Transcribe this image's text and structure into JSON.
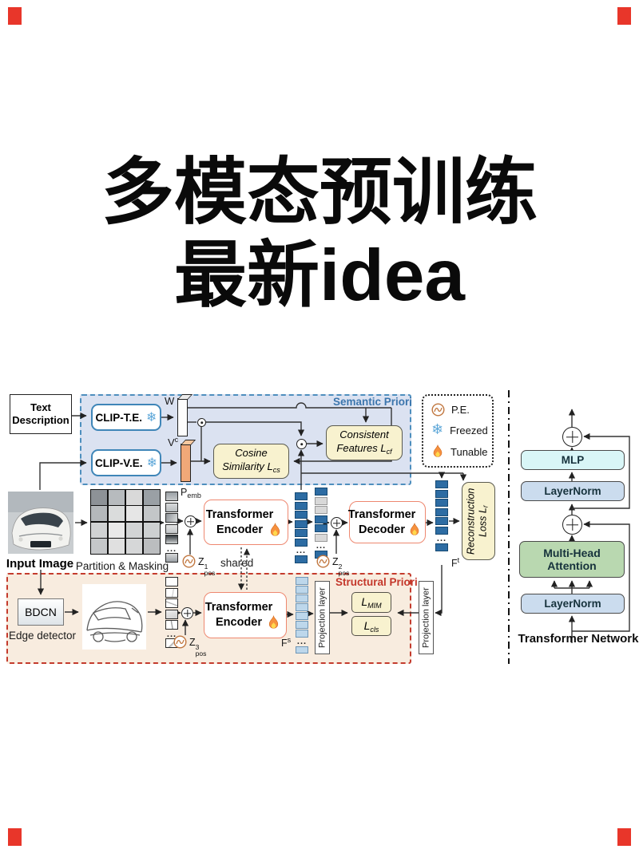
{
  "title": {
    "line1": "多模态预训练",
    "line2": "最新idea"
  },
  "colors": {
    "accent_blue": "#3c76ad",
    "accent_red": "#c4372b",
    "semantic_fill": "#dbe2f1",
    "structural_fill": "#f8ecdf",
    "token_blue": "#2d6ca3",
    "token_light_blue": "#bdd7eb",
    "corner_mark": "#e8362a"
  },
  "tokens": {
    "dots": "..."
  },
  "token_columns": {
    "encoder_out": [
      "blue",
      "blue",
      "blue",
      "blue",
      "blue",
      "blue",
      "dots",
      "blue"
    ],
    "masked": [
      "blue",
      "gray",
      "gray",
      "blue",
      "blue",
      "gray",
      "dots",
      "blue"
    ],
    "decoder_out": [
      "blue",
      "blue",
      "blue",
      "blue",
      "blue",
      "blue",
      "dots",
      "blue"
    ],
    "structural": [
      "lblue",
      "lblue",
      "lblue",
      "lblue",
      "lblue",
      "lblue",
      "lblue",
      "dots",
      "lblue"
    ]
  },
  "inputs": {
    "text_description_l1": "Text",
    "text_description_l2": "Description",
    "input_image": "Input Image",
    "partition": "Partition & Masking",
    "p_base": "P",
    "p_sub": "emb"
  },
  "semantic": {
    "label": "Semantic Priori",
    "clip_te": "CLIP-T.E.",
    "clip_ve": "CLIP-V.E.",
    "w": "W",
    "vc_base": "V",
    "vc_sup": "c",
    "cosine_l1": "Cosine",
    "cosine_l2": "Similarity L",
    "cosine_sub": "cs",
    "consistent_l1": "Consistent",
    "consistent_l2": "Features L",
    "consistent_sub": "cf"
  },
  "legend": {
    "items": [
      {
        "label": "P.E."
      },
      {
        "label": "Freezed"
      },
      {
        "label": "Tunable"
      }
    ]
  },
  "core": {
    "encoder_l1": "Transformer",
    "encoder_l2": "Encoder",
    "decoder_l1": "Transformer",
    "decoder_l2": "Decoder",
    "shared": "shared",
    "recon_label": "Reconstruction Loss L",
    "recon_sub": "r",
    "z_base": "Z",
    "z1_sup": "1",
    "z2_sup": "2",
    "z3_sup": "3",
    "z_sub": "pos",
    "f_base": "F",
    "f_t_sup": "t",
    "f_s_sup": "s"
  },
  "structural": {
    "label": "Structural Priori",
    "bdcn": "BDCN",
    "edge_detector": "Edge detector",
    "projection": "Projection layer",
    "l_mim_base": "L",
    "l_mim_sub": "MIM",
    "l_cls_base": "L",
    "l_cls_sub": "cls"
  },
  "network": {
    "mlp": "MLP",
    "layernorm1": "LayerNorm",
    "mha": "Multi-Head Attention",
    "layernorm2": "LayerNorm",
    "title": "Transformer Network"
  }
}
